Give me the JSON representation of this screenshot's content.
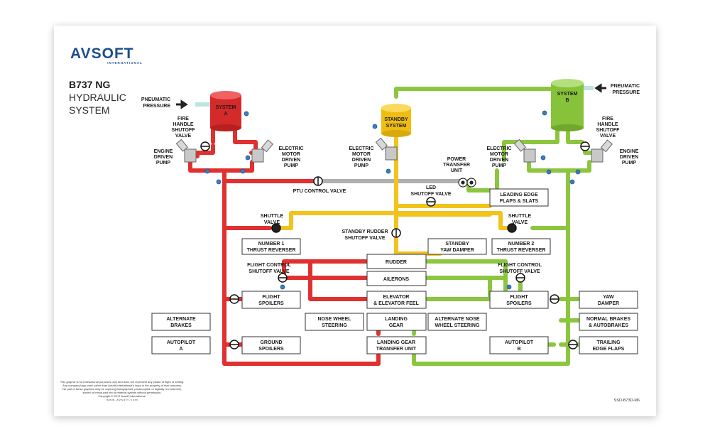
{
  "brand": {
    "name": "AVSOFT",
    "sub": "INTERNATIONAL"
  },
  "title": {
    "line1": "B737 NG",
    "line2": "HYDRAULIC",
    "line3": "SYSTEM"
  },
  "reservoirs": {
    "a": [
      "SYSTEM",
      "A"
    ],
    "standby": [
      "STANDBY",
      "SYSTEM"
    ],
    "b": [
      "SYSTEM",
      "B"
    ]
  },
  "labels": {
    "pneumatic_left": [
      "PNEUMATIC",
      "PRESSURE"
    ],
    "pneumatic_right": [
      "PNEUMATIC",
      "PRESSURE"
    ],
    "fire_left": [
      "FIRE",
      "HANDLE",
      "SHUTOFF",
      "VALVE"
    ],
    "fire_right": [
      "FIRE",
      "HANDLE",
      "SHUTOFF",
      "VALVE"
    ],
    "edp_left": [
      "ENGINE",
      "DRIVEN",
      "PUMP"
    ],
    "edp_right": [
      "ENGINE",
      "DRIVEN",
      "PUMP"
    ],
    "emdp_a": [
      "ELECTRIC",
      "MOTOR",
      "DRIVEN",
      "PUMP"
    ],
    "emdp_standby": [
      "ELECTRIC",
      "MOTOR",
      "DRIVEN",
      "PUMP"
    ],
    "emdp_b": [
      "ELECTRIC",
      "MOTOR",
      "DRIVEN",
      "PUMP"
    ],
    "ptu": [
      "POWER",
      "TRANSFER",
      "UNIT"
    ],
    "ptu_valve": "PTU CONTROL VALVE",
    "led_valve": [
      "LED",
      "SHUTOFF VALVE"
    ],
    "shuttle_left": [
      "SHUTTLE",
      "VALVE"
    ],
    "shuttle_right": [
      "SHUTTLE",
      "VALVE"
    ],
    "standby_rudder": [
      "STANDBY RUDDER",
      "SHUTOFF VALVE"
    ],
    "fcsv_left": [
      "FLIGHT CONTROL",
      "SHUTOFF VALVE"
    ],
    "fcsv_right": [
      "FLIGHT CONTROL",
      "SHUTOFF VALVE"
    ]
  },
  "boxes": {
    "leading_edge": [
      "LEADING EDGE",
      "FLAPS & SLATS"
    ],
    "thrust_rev_1": [
      "NUMBER 1",
      "THRUST REVERSER"
    ],
    "thrust_rev_2": [
      "NUMBER 2",
      "THRUST REVERSER"
    ],
    "standby_yaw": [
      "STANDBY",
      "YAW DAMPER"
    ],
    "rudder": [
      "RUDDER"
    ],
    "ailerons": [
      "AILERONS"
    ],
    "elevator": [
      "ELEVATOR",
      "& ELEVATOR FEEL"
    ],
    "spoilers_left": [
      "FLIGHT",
      "SPOILERS"
    ],
    "spoilers_right": [
      "FLIGHT",
      "SPOILERS"
    ],
    "yaw_damper": [
      "YAW",
      "DAMPER"
    ],
    "alt_brakes": [
      "ALTERNATE",
      "BRAKES"
    ],
    "nose_wheel": [
      "NOSE WHEEL",
      "STEERING"
    ],
    "landing_gear": [
      "LANDING",
      "GEAR"
    ],
    "alt_nose_wheel": [
      "ALTERNATE NOSE",
      "WHEEL STEERING"
    ],
    "normal_brakes": [
      "NORMAL BRAKES",
      "& AUTOBRAKES"
    ],
    "autopilot_a": [
      "AUTOPILOT",
      "A"
    ],
    "ground_spoilers": [
      "GROUND",
      "SPOILERS"
    ],
    "lgtu": [
      "LANDING GEAR",
      "TRANSFER UNIT"
    ],
    "autopilot_b": [
      "AUTOPILOT",
      "B"
    ],
    "trailing_edge": [
      "TRAILING",
      "EDGE FLAPS"
    ]
  },
  "disclaimer": [
    "This graphic is for instructional purposes only and does not represent any phase of flight or setting.",
    "Any company logo used (other than Avsoft International's logo) is the property of that company.",
    "No part of these graphics may be copied (photographed, photocopied, or digitally re-rendered),",
    "stored or introduced into a retrieval system without permission.",
    "Copyright © 2017 Avsoft International.",
    "w w w . a v s o f t . c o m"
  ],
  "doc_code": "SSD-B73D-M6",
  "colors": {
    "system_a": "#e03030",
    "standby": "#f2c31c",
    "system_b": "#8cc63f",
    "ptu_line": "#b8b8b8"
  }
}
